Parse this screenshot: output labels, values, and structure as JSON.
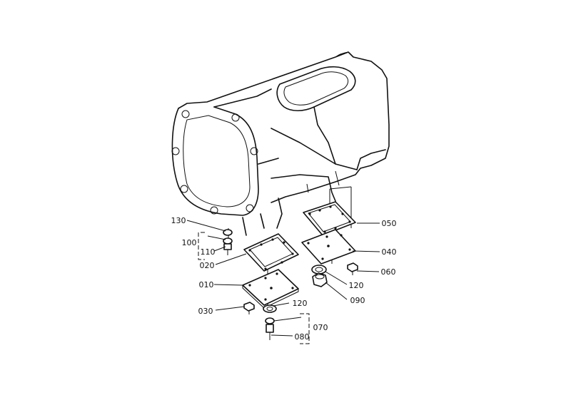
{
  "labels": {
    "p010": "010",
    "p020": "020",
    "p030": "030",
    "p040": "040",
    "p050": "050",
    "p060": "060",
    "p070": "070",
    "p080": "080",
    "p090": "090",
    "p100": "100",
    "p110": "110",
    "p120a": "120",
    "p120b": "120",
    "p130": "130"
  }
}
